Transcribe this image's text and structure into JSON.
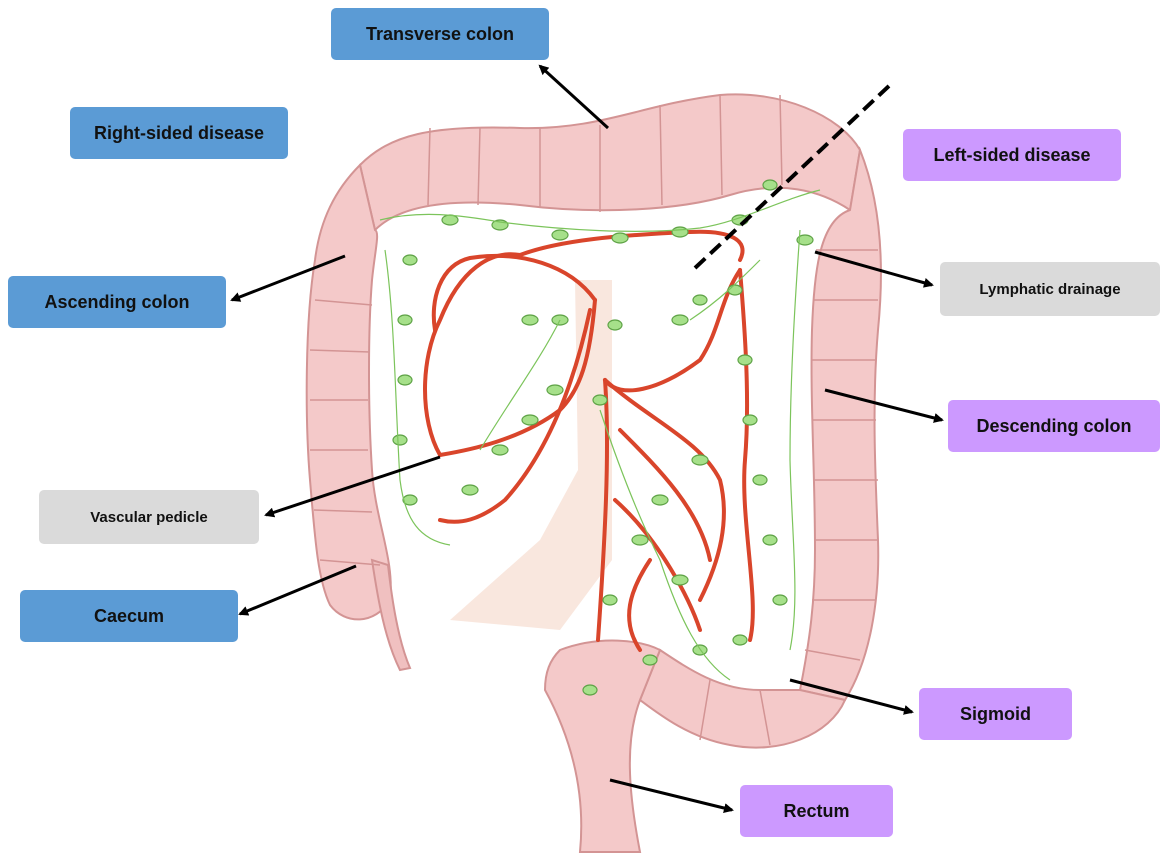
{
  "labels": {
    "transverse_colon": "Transverse colon",
    "right_sided_disease": "Right-sided disease",
    "left_sided_disease": "Left-sided disease",
    "ascending_colon": "Ascending colon",
    "lymphatic_drainage": "Lymphatic  drainage",
    "descending_colon": "Descending colon",
    "vascular_pedicle": "Vascular  pedicle",
    "caecum": "Caecum",
    "sigmoid": "Sigmoid",
    "rectum": "Rectum"
  },
  "colors": {
    "right_label": "#5b9bd5",
    "left_label": "#cc99ff",
    "neutral_label": "#dadada",
    "colon_wall": "#f3c6c6",
    "colon_outline": "#d99a9a",
    "vessel": "#d9452b",
    "lymph": "#8fd46a",
    "aorta": "#f6ddd0"
  }
}
